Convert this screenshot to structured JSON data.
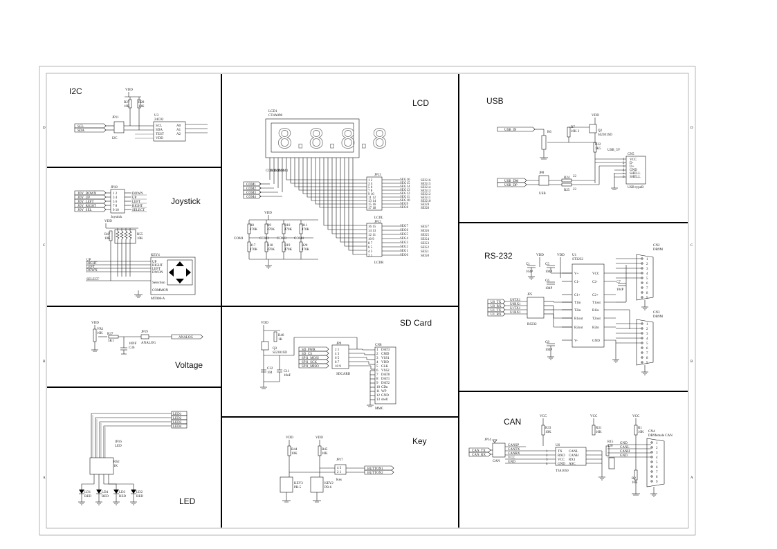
{
  "sections": {
    "i2c": "I2C",
    "lcd": "LCD",
    "usb": "USB",
    "joystick": "Joystick",
    "rs232": "RS-232",
    "sdcard": "SD Card",
    "voltage": "Voltage",
    "can": "CAN",
    "key": "Key",
    "led": "LED"
  },
  "border_rows": [
    "D",
    "C",
    "B",
    "A"
  ],
  "i2c": {
    "vdd": "VDD",
    "r1": "R27",
    "r1v": "10K",
    "r2": "R28",
    "r2v": "10K",
    "jp": "JP11",
    "jp_name": "I2C",
    "chip": "U3",
    "chip_name": "24C02",
    "scl": "SCL",
    "sda": "SDA",
    "pins": [
      "SCL",
      "SDA",
      "TEST",
      "VDD"
    ],
    "addr": [
      "A0",
      "A1",
      "A2"
    ]
  },
  "joystick": {
    "jp": "JP18",
    "left_labels": [
      "JOY_DOWN",
      "JOY_UP",
      "JOY_LEFT",
      "JOY_RIGHT",
      "JOY_SEL"
    ],
    "pin_pairs": [
      "1  2",
      "3  4",
      "5  6",
      "7  8",
      "9  10"
    ],
    "right_labels": [
      "DOWN",
      "UP",
      "LEFT",
      "RIGHT",
      "SELECT"
    ],
    "name": "Joystick",
    "vdd": "VDD",
    "r1": "R47",
    "r1v": "10K",
    "r2": "R55",
    "r2v": "10K",
    "key": "KEY4",
    "nets": [
      "UP",
      "RIGHT",
      "LEFT",
      "DOWN",
      "SELECT"
    ],
    "pins": [
      "UP",
      "RIGHT",
      "LEFT",
      "DWON",
      "Selection",
      "COMMON"
    ],
    "part": "MT008-A"
  },
  "voltage": {
    "vdd": "VDD",
    "vr": "VR1",
    "vrv": "10K",
    "r": "R37",
    "rv": "5K1",
    "c": "C36",
    "cv": "10NF",
    "jp": "JP19",
    "jpv": "ANALOG",
    "net": "ANALOG"
  },
  "led": {
    "nets": [
      "LED1",
      "LED2",
      "LED3",
      "LED4"
    ],
    "jp": "JP16",
    "jpv": "LED",
    "rs": "RS2",
    "rsv": "1K",
    "diodes": [
      "LD1",
      "LD4",
      "LD3",
      "LD2"
    ],
    "diode_color": "RED"
  },
  "lcd": {
    "ref": "LCD1",
    "part": "CT4A098",
    "digits": "8.8.8.8",
    "coms": [
      "COM1",
      "COM2",
      "COM3",
      "COM4"
    ],
    "jp13": "JP13",
    "jp12": "JP12",
    "lcd_l": "LCDL",
    "lcd_r": "LCDR",
    "segs_top": [
      "SEG16",
      "SEG15",
      "SEG14",
      "SEG13",
      "SEG12",
      "SEG11",
      "SEG10",
      "SEG9",
      "SEG8"
    ],
    "segs_bottom": [
      "SEG7",
      "SEG6",
      "SEG5",
      "SEG4",
      "SEG3",
      "SEG2",
      "SEG1",
      "SEG0"
    ],
    "res_top": [
      "R8",
      "R9",
      "R10",
      "R11"
    ],
    "res_bot": [
      "R17",
      "R18",
      "R19",
      "R20"
    ],
    "resv": "470K",
    "vdd": "VDD"
  },
  "sd": {
    "vdd": "VDD",
    "r": "R46",
    "rv": "1K",
    "q": "Q3",
    "qv": "SI2301SD",
    "c1": "C32",
    "c1v": "104",
    "c2": "C11",
    "c2v": "10uF",
    "jp": "JP9",
    "nets": [
      "SD_PWR",
      "SD_CS",
      "SPI1_MOSI",
      "SPI1_SCK",
      "SPI1_MISO"
    ],
    "pairs": [
      "2  1",
      "4  3",
      "6  5",
      "8  7",
      "10  9"
    ],
    "jp_name": "SDCARD",
    "card": "CN8",
    "card_pins": [
      "DAT3",
      "CMD",
      "VSS1",
      "VDD",
      "CLK",
      "VSS2",
      "DAT0",
      "DAT1",
      "DAT2",
      "CDn",
      "WP",
      "GND",
      "shell"
    ],
    "card_name": "MMC"
  },
  "key": {
    "vdd": "VDD",
    "r1": "R44",
    "r1v": "10K",
    "r2": "R45",
    "r2v": "10K",
    "jp": "JP17",
    "jp_name": "Key",
    "pairs": [
      "4  3",
      "2  1"
    ],
    "nets": [
      "BUTTON1",
      "BUTTON2"
    ],
    "k1": "KEY3",
    "k1v": "PB-5",
    "k2": "KEY2",
    "k2v": "PB-6"
  },
  "usb": {
    "net_in": "USB_IN",
    "r6": "R6",
    "r7": "R7",
    "r7v": "10K 2",
    "q": "Q2",
    "qv": "SI2301SD",
    "vdd": "VDD",
    "r22": "R22",
    "r22v": "1K5",
    "net_5v": "USB_5V",
    "cn": "CN5",
    "cn_pins": [
      "VCC",
      "D-",
      "D+",
      "GND",
      "SHELL",
      "SHELL"
    ],
    "cn_name": "USB-typeB",
    "jp": "JP8",
    "jp_name": "USB",
    "dm": "USB_DM",
    "dp": "USB_DP",
    "r24": "R24",
    "r25": "R25",
    "rv": "22"
  },
  "rs232": {
    "vdd": "VDD",
    "u": "U1",
    "part": "ST3232",
    "caps": [
      "C1",
      "C5",
      "C6",
      "C7",
      "C8"
    ],
    "capv": "104P",
    "pins_l": [
      "V+",
      "C1-",
      "C1+",
      "T1in",
      "T2in",
      "R1out",
      "R2out",
      "V-"
    ],
    "pins_r": [
      "VCC",
      "C2-",
      "C2+",
      "T1out",
      "R1in",
      "T2out",
      "R2in",
      "GND"
    ],
    "jp": "JP5",
    "jp_name": "RS232",
    "nets": [
      "U0_TX",
      "U0_RX",
      "U1_TX",
      "U1_RX"
    ],
    "nets2": [
      "U0TX1",
      "U0RX1",
      "U1TX1",
      "U1RX1"
    ],
    "cn2": "CN2",
    "cn2v": "DB9M",
    "cn3": "CN3",
    "cn3v": "DB9M"
  },
  "can": {
    "vcc": "VCC",
    "r33": "R33",
    "r33v": "10K",
    "r31": "R31",
    "r31v": "10K",
    "r1": "R1",
    "r1v": "10K",
    "r2": "R2",
    "r2v": "10K",
    "r15": "R15",
    "r15v": "120",
    "jp": "JP14",
    "jp_name": "CAN",
    "u": "U6",
    "part": "TJA1050",
    "cn": "CN4",
    "cnv": "DB9female CAN",
    "nets_l": [
      "CAN_TX",
      "CAN_RX"
    ],
    "pins": [
      "TX",
      "RXO",
      "VCC",
      "GND"
    ],
    "pins_r": [
      "CANL",
      "CANH",
      "RX1",
      "ASC"
    ],
    "cn_pins": [
      "GND",
      "CANL",
      "CANH",
      "GND"
    ]
  }
}
